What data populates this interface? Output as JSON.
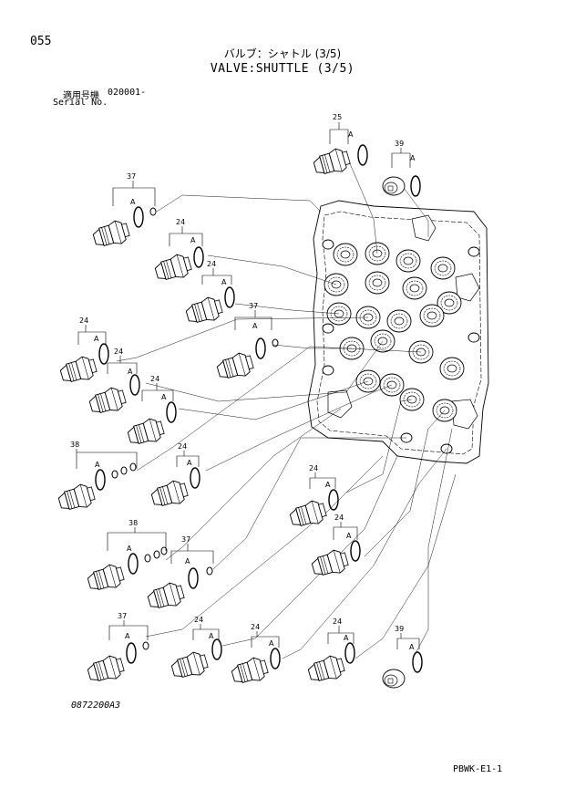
{
  "header": {
    "page_number": "055",
    "title_jp": "バルブ：シャトル (3/5)",
    "title_en": "VALVE:SHUTTLE (3/5)",
    "serial_label_jp": "適用号機",
    "serial_value": "020001-",
    "serial_label_en": "Serial No."
  },
  "footer": {
    "drawing_number": "0872200A3",
    "document_code": "PBWK-E1-1"
  },
  "callouts": {
    "c25": "25",
    "c39": "39",
    "c37": "37",
    "c24": "24",
    "c38": "38",
    "a": "A"
  }
}
